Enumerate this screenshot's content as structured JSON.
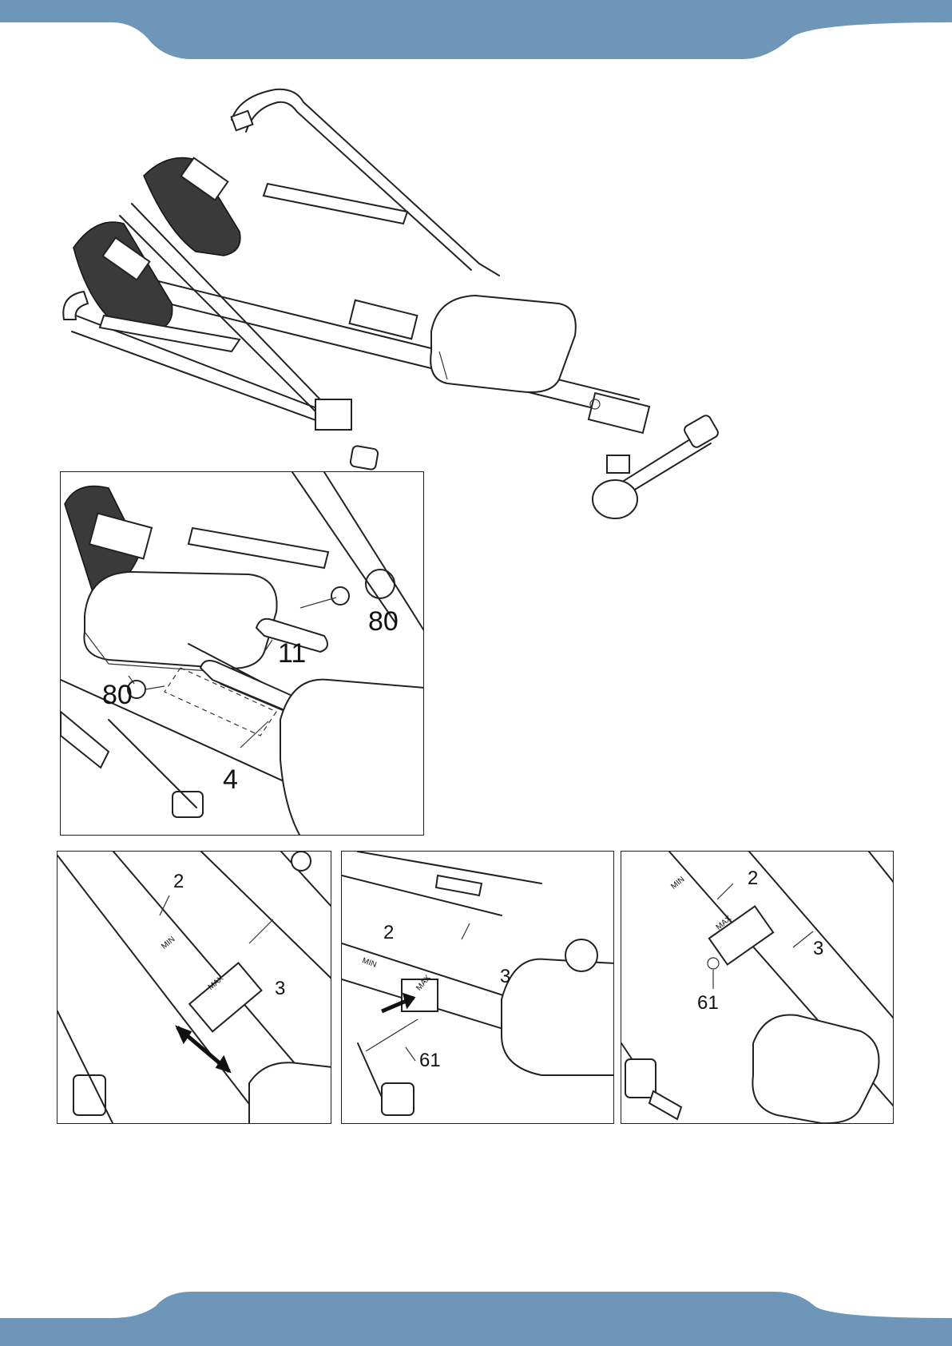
{
  "theme": {
    "band_color": "#6e96b8"
  },
  "detail_panel": {
    "labels": {
      "knob_top": "80",
      "bracket": "11",
      "knob_left": "80",
      "rail": "4"
    }
  },
  "step_panels": [
    {
      "labels": {
        "rail_front": "2",
        "rail_rear": "3",
        "min_mark": "MIN",
        "max_mark": "MAX"
      }
    },
    {
      "labels": {
        "rail_front": "2",
        "rail_rear": "3",
        "pin": "61",
        "min_mark": "MIN",
        "max_mark": "MAX"
      }
    },
    {
      "labels": {
        "rail_front": "2",
        "rail_rear": "3",
        "pin": "61",
        "min_mark": "MIN",
        "max_mark": "MAX"
      }
    }
  ]
}
